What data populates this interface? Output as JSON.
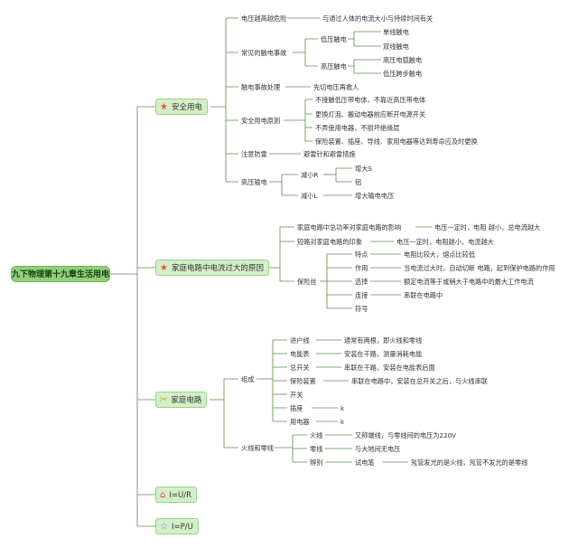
{
  "root": "九下物理第十九章生活用电",
  "branches": [
    {
      "label": "安全用电",
      "icon": "star-icon",
      "icon_color": "#e05a2c"
    },
    {
      "label": "家庭电路中电流过大的原因",
      "icon": "star-icon",
      "icon_color": "#e05a2c"
    },
    {
      "label": "家庭电路",
      "icon": "tools-icon",
      "icon_color": "#c8a040"
    },
    {
      "label": "I=U/R",
      "icon": "house-icon",
      "icon_color": "#d64a3a"
    },
    {
      "label": "I=P/U",
      "icon": "star-outline-icon",
      "icon_color": "#3a8fd6"
    }
  ],
  "safety": {
    "voltage_danger": "电压越高越危险",
    "voltage_danger_note": "与通过人体的电流大小与持续时间有关",
    "common_accidents": "常见的触电事故",
    "low_voltage": "低压触电",
    "single_wire": "单线触电",
    "double_wire": "双线触电",
    "high_voltage": "高压触电",
    "arc": "高压电弧触电",
    "step": "低压跨步触电",
    "handling": "触电事故处理",
    "handling_note": "先切电压再救人",
    "principles": "安全用电原则",
    "p1": "不接触低压带电体，不靠近高压带电体",
    "p2": "更换灯泡、搬动电器前应断开电源开关",
    "p3": "不弄使用电器，不损坏绝缘层",
    "p4": "保险装置、插座、导线、家用电器等达到寿命应及时更换",
    "lightning": "注意防雷",
    "lightning_note": "避雷针和避雷措施",
    "hv_transmission": "高压输电",
    "reduce_r": "减小R",
    "increase_s": "增大S",
    "aluminum": "铝",
    "reduce_l": "减小L",
    "increase_u": "增大输电电压"
  },
  "overcurrent": {
    "power_effect": "家庭电路中总功率对家庭电路的影响",
    "power_note": "电压一定时，电阻 越小，总电流越大",
    "short_circuit": "短路对家庭电路的印象",
    "short_note": "电压一定时，电阻越小，电流越大",
    "fuse": "保险丝",
    "feature": "特点",
    "feature_note": "电阻比较大，熔点比较低",
    "function": "作用",
    "function_note": "当电流过大时，自动切断 电路，起到保护电路的作用",
    "select": "选择",
    "select_note": "额定电流等于或稍大于电路中的最大工作电流",
    "connect": "连接",
    "connect_note": "串联在电路中",
    "symbol": "符号"
  },
  "household": {
    "composition": "组成",
    "entry_line": "进户线",
    "entry_note": "通常有两根，即火线和零线",
    "meter": "电能表",
    "meter_note": "安装在干路，测量消耗电能",
    "main_switch": "总开关",
    "main_switch_note": "串联在干路，安装在电能表后面",
    "protection": "保险装置",
    "protection_note": "串联在电路中，安装在总开关之后，与火线串联",
    "switch": "开关",
    "socket": "插座",
    "socket_note": "k",
    "appliance": "用电器",
    "appliance_note": "k",
    "live_neutral": "火线和零线",
    "live": "火线",
    "live_note": "又称端线，与零线间的电压为220V",
    "neutral": "零线",
    "neutral_note": "与大地间无电压",
    "identify": "辨别",
    "tester": "试电笔",
    "tester_note": "氖管发光的是火线，氖管不发光的是零线"
  },
  "colors": {
    "line": "#5f8a4f",
    "root_bg": "#8fd17a",
    "branch_bg": "#d3efc8"
  }
}
